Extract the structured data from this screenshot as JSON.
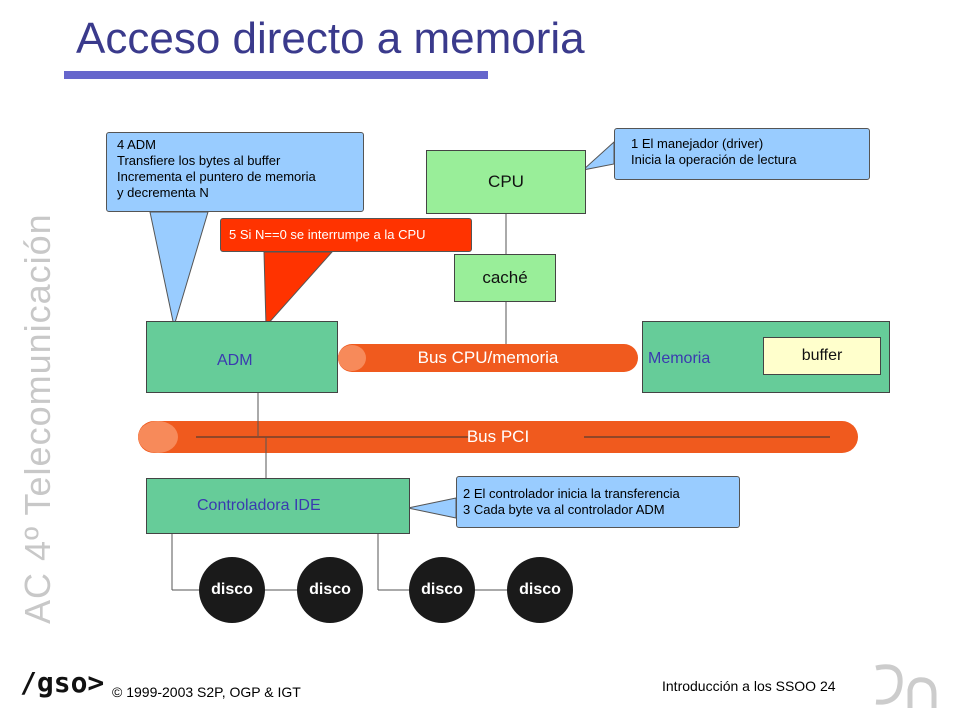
{
  "slide": {
    "title": "Acceso directo a memoria",
    "side_label": "AC 4º Telecomunicación"
  },
  "diagram": {
    "cpu": "CPU",
    "cache": "caché",
    "adm": "ADM",
    "memory": "Memoria",
    "buffer": "buffer",
    "bus_cpu_mem": "Bus CPU/memoria",
    "bus_pci": "Bus PCI",
    "ide_controller": "Controladora IDE",
    "disks": [
      "disco",
      "disco",
      "disco",
      "disco"
    ]
  },
  "callouts": {
    "driver": [
      "1 El manejador (driver)",
      "Inicia la operación de lectura"
    ],
    "adm": [
      "4 ADM",
      "Transfiere los bytes al buffer",
      "Incrementa el puntero de memoria",
      "y decrementa N"
    ],
    "interrupt": "5 Si N==0 se interrumpe a la CPU",
    "controller": [
      "2 El controlador inicia la transferencia",
      "3 Cada byte va al controlador ADM"
    ]
  },
  "footer": {
    "logo": "/gso>",
    "copyright": "© 1999-2003 S2P, OGP & IGT",
    "slide_ref": "Introducción a los SSOO 24"
  },
  "colors": {
    "title": "#3a3a8c",
    "box_green": "#66cc99",
    "box_lightgreen": "#99ee99",
    "bus": "#f05a1e",
    "callout_blue": "#99ccff",
    "callout_red": "#ff3300"
  }
}
